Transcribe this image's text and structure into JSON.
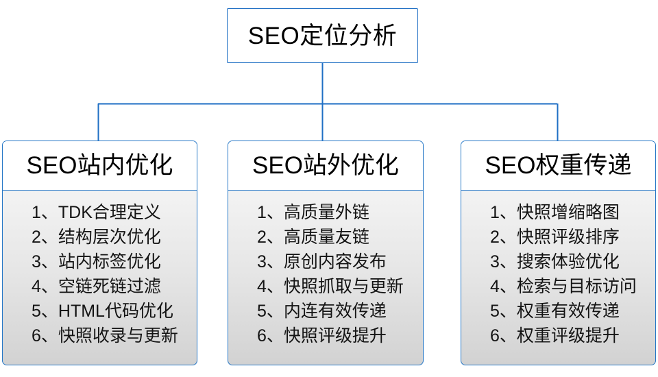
{
  "diagram": {
    "type": "hierarchy-tree",
    "accent_color": "#1F6FC4",
    "border_color": "#2476C6",
    "text_color": "#000000",
    "root": {
      "label": "SEO定位分析"
    },
    "branches": [
      {
        "title": "SEO站内优化",
        "items": [
          {
            "num": "1、",
            "text": "TDK合理定义"
          },
          {
            "num": "2、",
            "text": "结构层次优化"
          },
          {
            "num": "3、",
            "text": "站内标签优化"
          },
          {
            "num": "4、",
            "text": "空链死链过滤"
          },
          {
            "num": "5、",
            "text": "HTML代码优化"
          },
          {
            "num": "6、",
            "text": "快照收录与更新"
          }
        ]
      },
      {
        "title": "SEO站外优化",
        "items": [
          {
            "num": "1、",
            "text": "高质量外链"
          },
          {
            "num": "2、",
            "text": "高质量友链"
          },
          {
            "num": "3、",
            "text": "原创内容发布"
          },
          {
            "num": "4、",
            "text": "快照抓取与更新"
          },
          {
            "num": "5、",
            "text": "内连有效传递"
          },
          {
            "num": "6、",
            "text": "快照评级提升"
          }
        ]
      },
      {
        "title": "SEO权重传递",
        "items": [
          {
            "num": "1、",
            "text": "快照增缩略图"
          },
          {
            "num": "2、",
            "text": "快照评级排序"
          },
          {
            "num": "3、",
            "text": "搜索体验优化"
          },
          {
            "num": "4、",
            "text": "检索与目标访问"
          },
          {
            "num": "5、",
            "text": "权重有效传递"
          },
          {
            "num": "6、",
            "text": "权重评级提升"
          }
        ]
      }
    ]
  }
}
